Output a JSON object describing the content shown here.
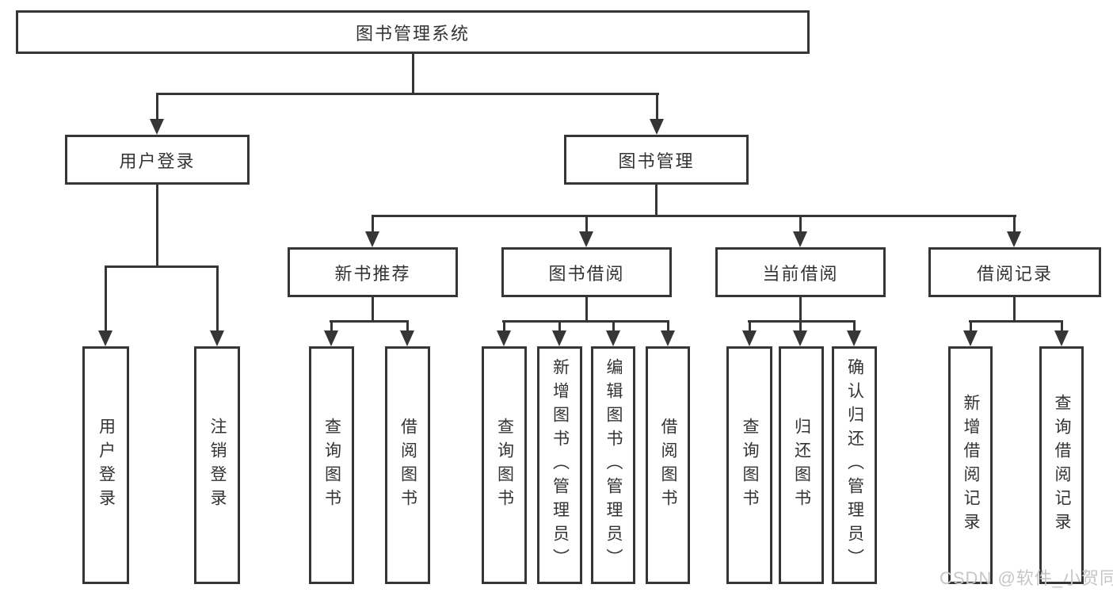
{
  "diagram": {
    "root": {
      "label": "图书管理系统"
    },
    "level2": [
      {
        "label": "用户登录"
      },
      {
        "label": "图书管理"
      }
    ],
    "level3": [
      {
        "label": "新书推荐"
      },
      {
        "label": "图书借阅"
      },
      {
        "label": "当前借阅"
      },
      {
        "label": "借阅记录"
      }
    ],
    "leaves": {
      "user_login": [
        {
          "label": "用户登录"
        },
        {
          "label": "注销登录"
        }
      ],
      "new_recommend": [
        {
          "label": "查询图书"
        },
        {
          "label": "借阅图书"
        }
      ],
      "book_borrow": [
        {
          "label": "查询图书"
        },
        {
          "label": "新增图书（管理员）"
        },
        {
          "label": "编辑图书（管理员）"
        },
        {
          "label": "借阅图书"
        }
      ],
      "current_borrow": [
        {
          "label": "查询图书"
        },
        {
          "label": "归还图书"
        },
        {
          "label": "确认归还（管理员）"
        }
      ],
      "borrow_records": [
        {
          "label": "新增借阅记录"
        },
        {
          "label": "查询借阅记录"
        }
      ]
    }
  },
  "watermark": {
    "text": "CSDN @软件_小贺同学"
  },
  "colors": {
    "line": "#363636",
    "text": "#333333",
    "background": "#ffffff",
    "watermark": "#c6c6c6"
  }
}
